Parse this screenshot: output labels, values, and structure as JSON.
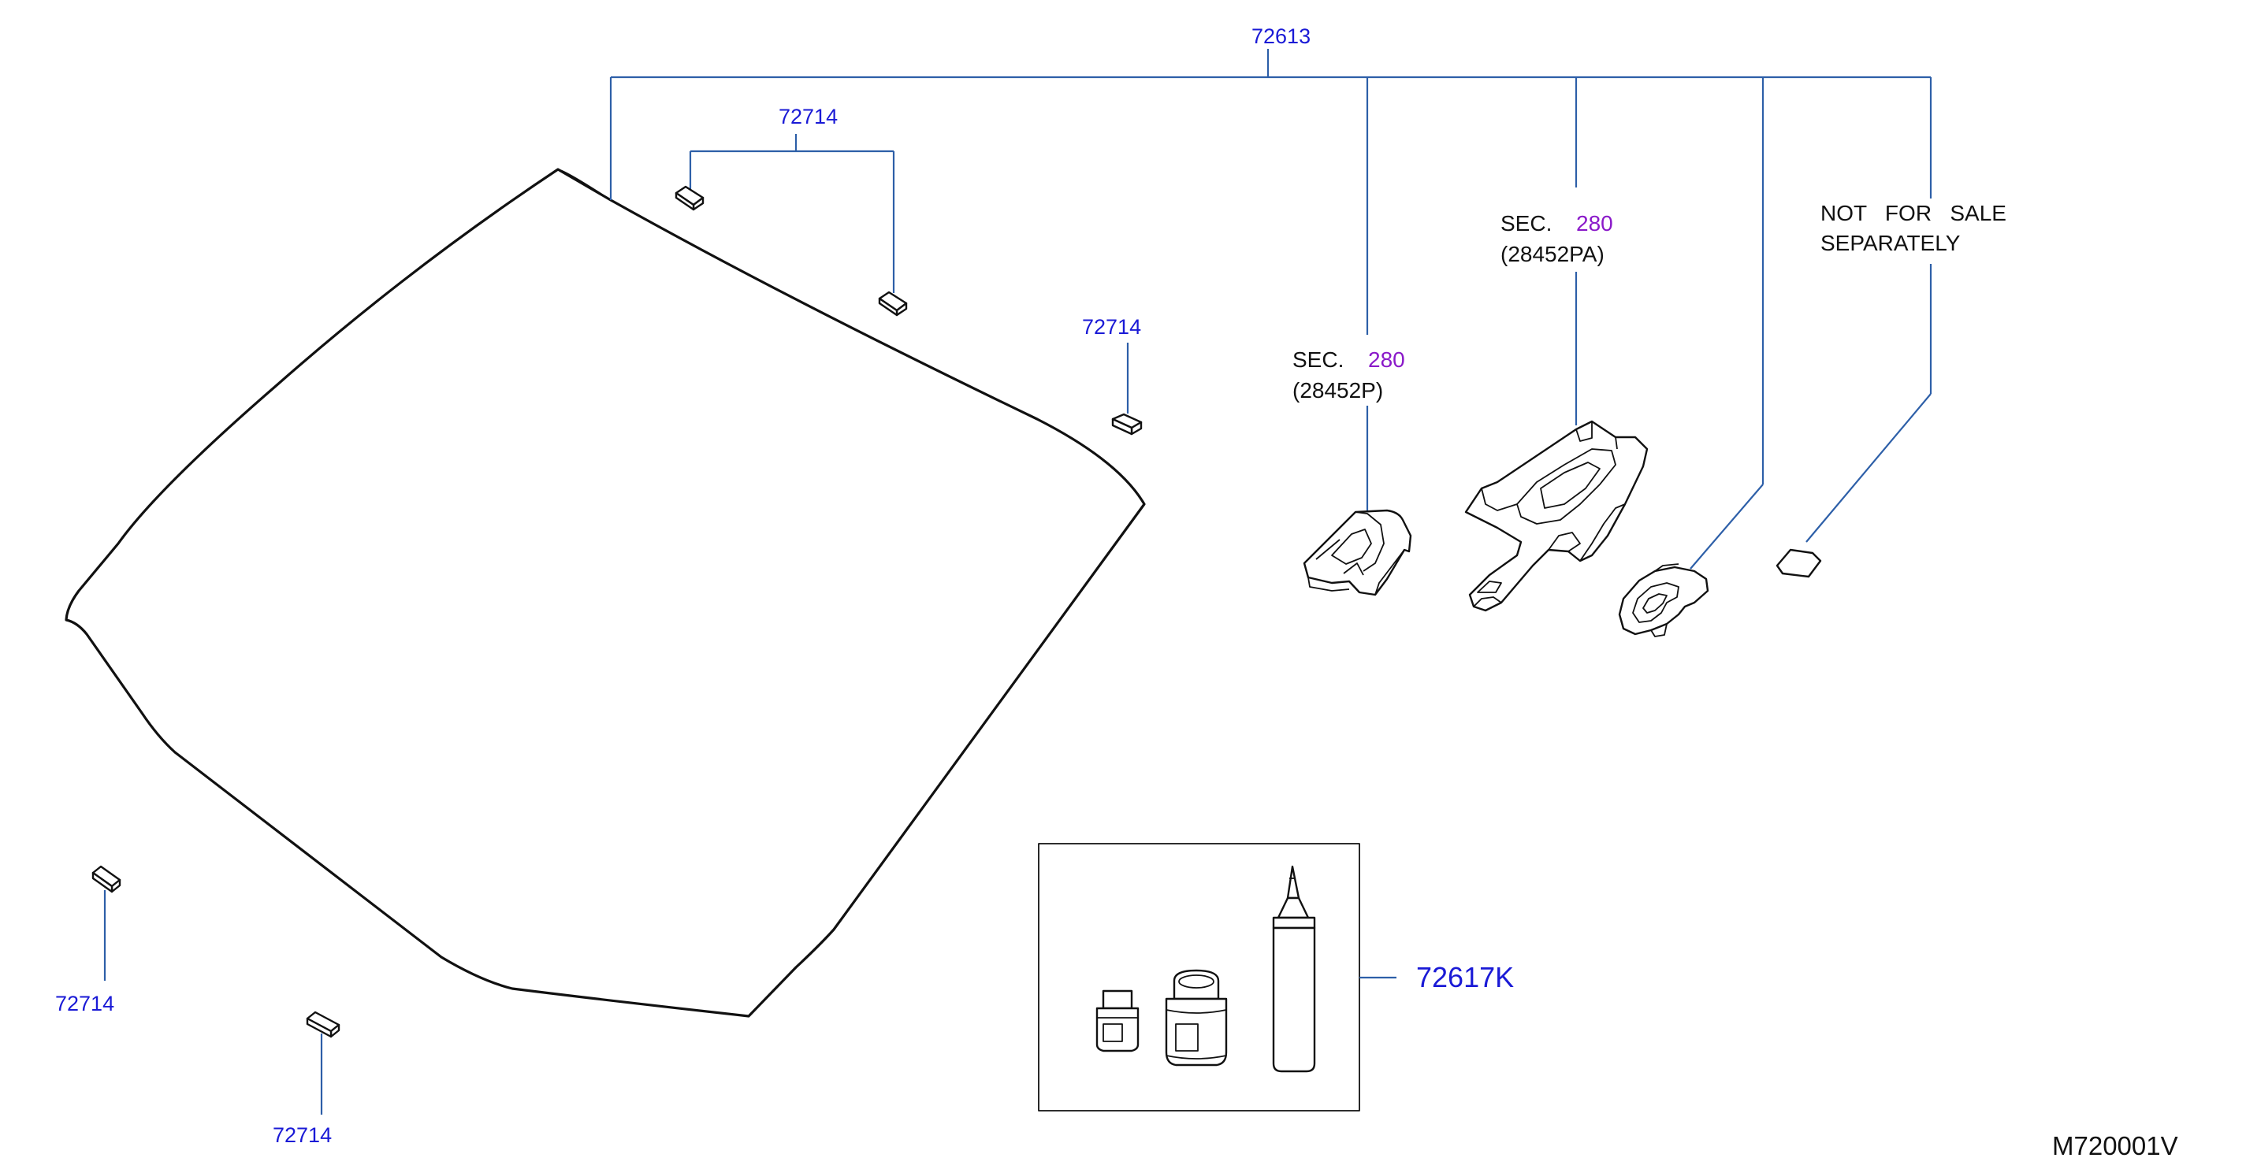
{
  "callouts": {
    "assembly": "72613",
    "spacer_top": "72714",
    "spacer_mid": "72714",
    "spacer_left": "72714",
    "spacer_bottom": "72714",
    "kit": "72617K"
  },
  "sec_refs": [
    {
      "prefix": "SEC.",
      "section": "280",
      "part": "(28452P)"
    },
    {
      "prefix": "SEC.",
      "section": "280",
      "part": "(28452PA)"
    }
  ],
  "notice": {
    "line1": "NOT   FOR   SALE",
    "line2": "SEPARATELY"
  },
  "diagram_code": "M720001V",
  "colors": {
    "part_number": "#1a1ad6",
    "section_number": "#8a19c9",
    "leader_line": "#2d5fa8",
    "outline": "#111111"
  }
}
